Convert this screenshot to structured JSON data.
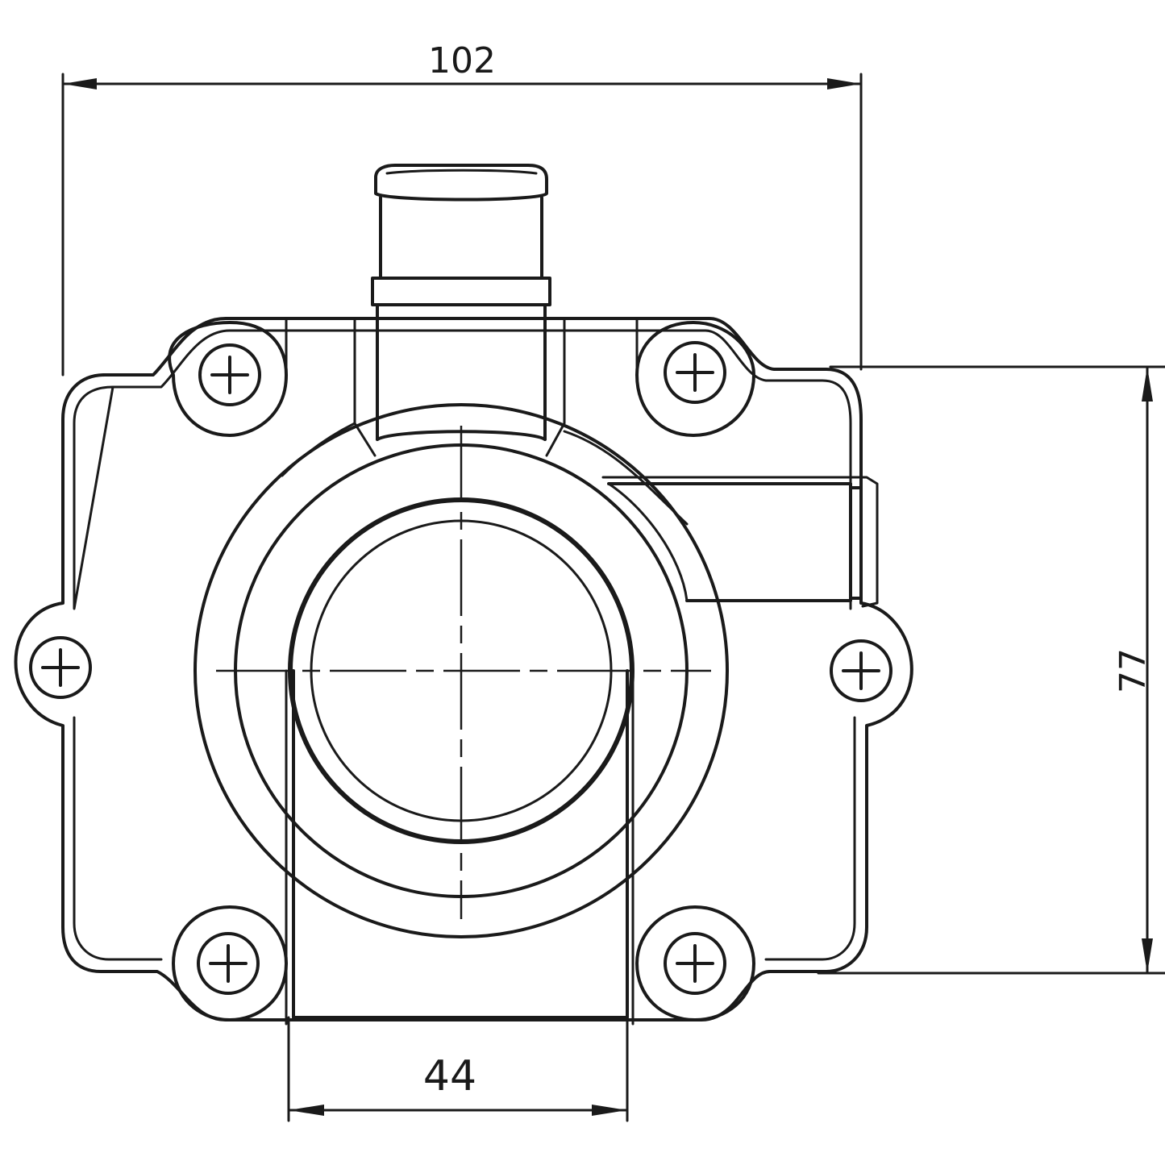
{
  "dimensions": {
    "overall_width": "102",
    "mounting_hole_spacing": "77",
    "bore_diameter": "44"
  },
  "colors": {
    "line": "#1a1a1a",
    "background": "#ffffff"
  }
}
